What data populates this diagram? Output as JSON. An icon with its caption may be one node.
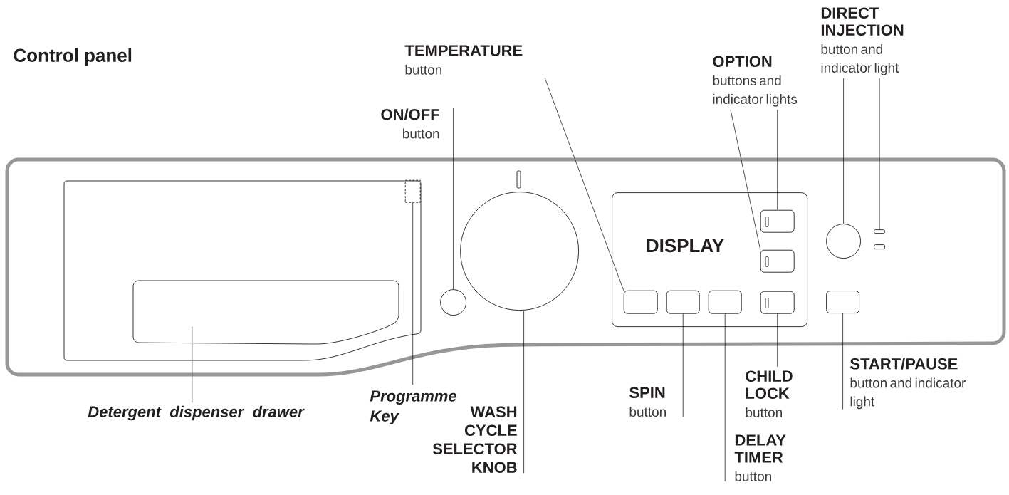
{
  "diagram": {
    "title": "Control panel",
    "nodes": [
      {
        "text": [
          "ON/OFF",
          "button"
        ]
      },
      {
        "text": [
          "TEMPERATURE",
          "button"
        ]
      },
      {
        "text": [
          "OPTION",
          "buttons and indicator lights"
        ]
      },
      {
        "text": [
          "DIRECT INJECTION",
          "button and indicator light"
        ]
      },
      {
        "text": [],
        "shape": "box"
      },
      {
        "text": [],
        "shape": "box",
        "in": 4
      },
      {
        "text": [],
        "shape": "box",
        "in": 5
      },
      {
        "text": [],
        "shape": "box",
        "in": 5
      },
      {
        "text": [],
        "shape": "circle",
        "in": 4
      },
      {
        "text": [],
        "shape": "circle",
        "in": 4
      },
      {
        "text": [
          "DISPLAY"
        ],
        "in": 4
      },
      {
        "text": [],
        "shape": "box",
        "in": 10
      },
      {
        "text": [],
        "shape": "box",
        "in": 10
      },
      {
        "text": [],
        "shape": "box",
        "in": 10
      },
      {
        "text": [],
        "shape": "box",
        "in": 10
      },
      {
        "text": [],
        "shape": "box",
        "in": 10
      },
      {
        "text": [],
        "shape": "box",
        "in": 10
      },
      {
        "text": [],
        "shape": "circle",
        "in": 4
      },
      {
        "text": [],
        "shape": "box",
        "in": 4
      },
      {
        "text": [],
        "shape": "box",
        "in": 4
      },
      {
        "text": [],
        "shape": "box",
        "in": 4
      },
      {
        "text": [
          "Detergent dispenser drawer"
        ]
      },
      {
        "text": [
          "Programme Key"
        ]
      },
      {
        "text": [
          "WASH CYCLE SELECTOR KNOB"
        ]
      },
      {
        "text": [
          "SPIN",
          "button"
        ]
      },
      {
        "text": [
          "CHILD LOCK",
          "button"
        ]
      },
      {
        "text": [
          "START/PAUSE",
          "button and indicator light"
        ]
      },
      {
        "text": [
          "DELAY TIMER",
          "button"
        ]
      }
    ],
    "edges": [
      {
        "from": 0,
        "to": 8,
        "arrow": "none"
      },
      {
        "from": 1,
        "to": 11,
        "arrow": "none"
      },
      {
        "from": 2,
        "to": 15,
        "arrow": "none"
      },
      {
        "from": 2,
        "to": 14,
        "arrow": "none"
      },
      {
        "from": 3,
        "to": 17,
        "arrow": "none"
      },
      {
        "from": 3,
        "to": 18,
        "arrow": "none"
      },
      {
        "from": 21,
        "to": 6,
        "arrow": "none"
      },
      {
        "from": 22,
        "to": 7,
        "arrow": "none"
      },
      {
        "from": 23,
        "to": 9,
        "arrow": "none"
      },
      {
        "from": 24,
        "to": 12,
        "arrow": "none"
      },
      {
        "from": 25,
        "to": 16,
        "arrow": "none"
      },
      {
        "from": 26,
        "to": 20,
        "arrow": "none"
      },
      {
        "from": 27,
        "to": 13,
        "arrow": "none"
      }
    ]
  }
}
